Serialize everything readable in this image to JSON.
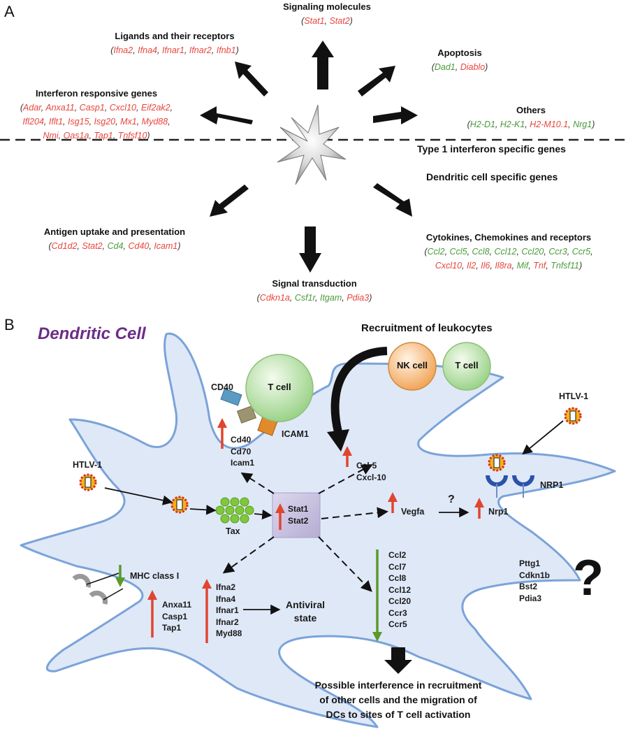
{
  "panel_a": {
    "letter": "A",
    "categories": {
      "signaling": {
        "title": "Signaling molecules",
        "genes": [
          {
            "t": "Stat1",
            "c": "red"
          },
          {
            "t": "Stat2",
            "c": "red"
          }
        ]
      },
      "ligands": {
        "title": "Ligands and their receptors",
        "genes": [
          {
            "t": "Ifna2",
            "c": "red"
          },
          {
            "t": "Ifna4",
            "c": "red"
          },
          {
            "t": "Ifnar1",
            "c": "red"
          },
          {
            "t": "Ifnar2",
            "c": "red"
          },
          {
            "t": "Ifnb1",
            "c": "red"
          }
        ]
      },
      "apoptosis": {
        "title": "Apoptosis",
        "genes": [
          {
            "t": "Dad1",
            "c": "green"
          },
          {
            "t": "Diablo",
            "c": "red"
          }
        ]
      },
      "interferon": {
        "title": "Interferon responsive genes",
        "lines": [
          [
            {
              "t": "Adar",
              "c": "red"
            },
            {
              "t": "Anxa11",
              "c": "red"
            },
            {
              "t": "Casp1",
              "c": "red"
            },
            {
              "t": "Cxcl10",
              "c": "red"
            },
            {
              "t": "Eif2ak2",
              "c": "red"
            }
          ],
          [
            {
              "t": "Ifl204",
              "c": "red"
            },
            {
              "t": "Iflt1",
              "c": "red"
            },
            {
              "t": "Isg15",
              "c": "red"
            },
            {
              "t": "Isg20",
              "c": "red"
            },
            {
              "t": "Mx1",
              "c": "red"
            },
            {
              "t": "Myd88",
              "c": "red"
            }
          ],
          [
            {
              "t": "Nmi",
              "c": "red"
            },
            {
              "t": "Oas1a",
              "c": "red"
            },
            {
              "t": "Tap1",
              "c": "red"
            },
            {
              "t": "Tnfsf10",
              "c": "red"
            }
          ]
        ]
      },
      "others": {
        "title": "Others",
        "genes": [
          {
            "t": "H2-D1",
            "c": "green"
          },
          {
            "t": "H2-K1",
            "c": "green"
          },
          {
            "t": "H2-M10.1",
            "c": "red"
          },
          {
            "t": "Nrg1",
            "c": "green"
          }
        ]
      },
      "antigen": {
        "title": "Antigen uptake and presentation",
        "genes": [
          {
            "t": "Cd1d2",
            "c": "red"
          },
          {
            "t": "Stat2",
            "c": "red"
          },
          {
            "t": "Cd4",
            "c": "green"
          },
          {
            "t": "Cd40",
            "c": "red"
          },
          {
            "t": "Icam1",
            "c": "red"
          }
        ]
      },
      "cytokines": {
        "title": "Cytokines, Chemokines and receptors",
        "lines": [
          [
            {
              "t": "Ccl2",
              "c": "green"
            },
            {
              "t": "Ccl5",
              "c": "green"
            },
            {
              "t": "Ccl8",
              "c": "green"
            },
            {
              "t": "Ccl12",
              "c": "green"
            },
            {
              "t": "Ccl20",
              "c": "green"
            },
            {
              "t": "Ccr3",
              "c": "green"
            },
            {
              "t": "Ccr5",
              "c": "green"
            }
          ],
          [
            {
              "t": "Cxcl10",
              "c": "red"
            },
            {
              "t": "Il2",
              "c": "red"
            },
            {
              "t": "Il6",
              "c": "red"
            },
            {
              "t": "Il8ra",
              "c": "red"
            },
            {
              "t": "Mif",
              "c": "green"
            },
            {
              "t": "Tnf",
              "c": "red"
            },
            {
              "t": "Tnfsf11",
              "c": "green"
            }
          ]
        ]
      },
      "signal": {
        "title": "Signal transduction",
        "genes": [
          {
            "t": "Cdkn1a",
            "c": "red"
          },
          {
            "t": "Csf1r",
            "c": "green"
          },
          {
            "t": "Itgam",
            "c": "green"
          },
          {
            "t": "Pdia3",
            "c": "red"
          }
        ]
      }
    },
    "zone_top": "Type 1 interferon specific genes",
    "zone_bottom": "Dendritic cell specific genes"
  },
  "panel_b": {
    "letter": "B",
    "cell_title": "Dendritic Cell",
    "recruitment": "Recruitment of leukocytes",
    "nk_cell": "NK cell",
    "t_cell": "T cell",
    "t_cell_2": "T cell",
    "cd40": "CD40",
    "icam1": "ICAM1",
    "cd40_group": [
      "Cd40",
      "Cd70",
      "Icam1"
    ],
    "htlv_left": "HTLV-1",
    "htlv_right": "HTLV-1",
    "tax": "Tax",
    "stat": [
      "Stat1",
      "Stat2"
    ],
    "ccl_group": [
      "Ccl-5",
      "Cxcl-10"
    ],
    "vegfa": "Vegfa",
    "question_small": "?",
    "nrp1_gene": "Nrp1",
    "nrp1_receptor": "NRP1",
    "mhc": "MHC class I",
    "anxa_group": [
      "Anxa11",
      "Casp1",
      "Tap1"
    ],
    "ifna_group": [
      "Ifna2",
      "Ifna4",
      "Ifnar1",
      "Ifnar2",
      "Myd88"
    ],
    "antiviral": [
      "Antiviral",
      "state"
    ],
    "down_group": [
      "Ccl2",
      "Ccl7",
      "Ccl8",
      "Ccl12",
      "Ccl20",
      "Ccr3",
      "Ccr5"
    ],
    "unknown_group": [
      "Pttg1",
      "Cdkn1b",
      "Bst2",
      "Pdia3"
    ],
    "question_big": "?",
    "conclusion": [
      "Possible interference in recruitment",
      "of other cells and the migration of",
      "DCs to sites of T cell activation"
    ]
  },
  "colors": {
    "up": "#e0452f",
    "down": "#5a9a2a",
    "cell_fill": "#dfe8f7",
    "cell_border": "#7aa3d9",
    "title_purple": "#6b2d86",
    "stat_box": "#c9c3df"
  }
}
